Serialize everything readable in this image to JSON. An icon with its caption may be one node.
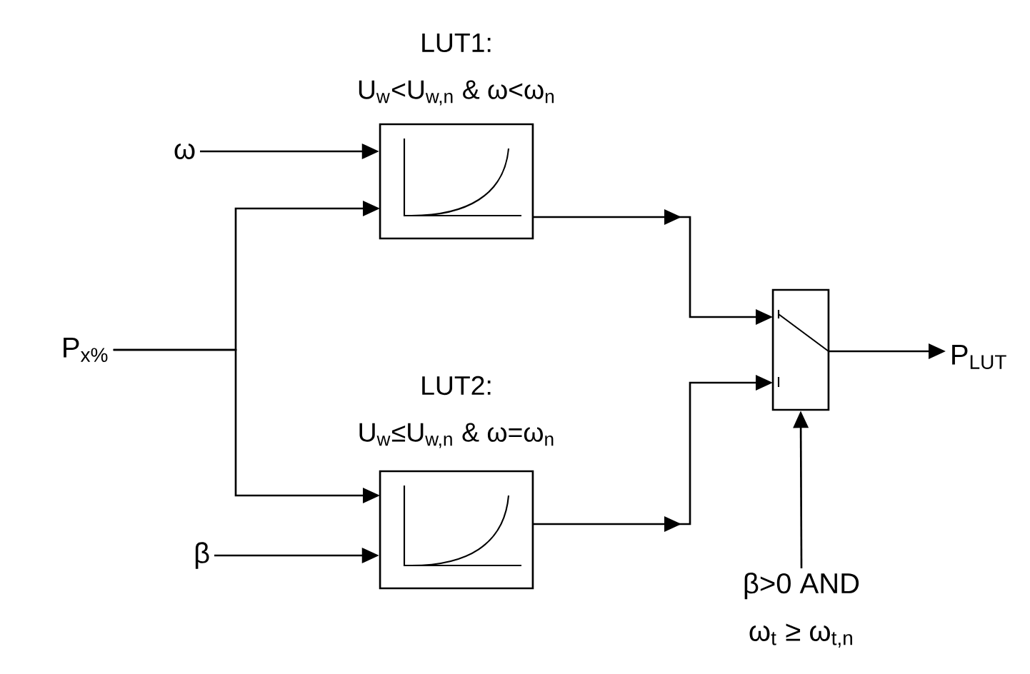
{
  "diagram": {
    "nodes": [
      {
        "text": [
          "ω"
        ]
      },
      {
        "text": [
          "P$_{x%}$"
        ]
      },
      {
        "text": [
          "β"
        ]
      },
      {
        "text": [
          "LUT1:",
          "U$_{w}$<U$_{w,n}$ & ω<ω$_{n}$"
        ]
      },
      {
        "text": [
          "LUT2:",
          "U$_{w}$≤U$_{w,n}$ & ω=ω$_{n}$"
        ]
      },
      {
        "text": [],
        "shape": "box"
      },
      {
        "text": [
          "P$_{LUT}$"
        ]
      },
      {
        "text": [
          "β>0 AND ω$_{t}$ ≥ ω$_{t,n}$"
        ]
      }
    ],
    "edges": [
      {
        "from": 0,
        "to": 3,
        "arrow": "to"
      },
      {
        "from": 1,
        "to": 3,
        "arrow": "to"
      },
      {
        "from": 1,
        "to": 4,
        "arrow": "to"
      },
      {
        "from": 2,
        "to": 4,
        "arrow": "to"
      },
      {
        "from": 3,
        "to": 5,
        "arrow": "to"
      },
      {
        "from": 4,
        "to": 5,
        "arrow": "to"
      },
      {
        "from": 5,
        "to": 6,
        "arrow": "to"
      },
      {
        "from": 7,
        "to": 5,
        "arrow": "to"
      }
    ]
  }
}
